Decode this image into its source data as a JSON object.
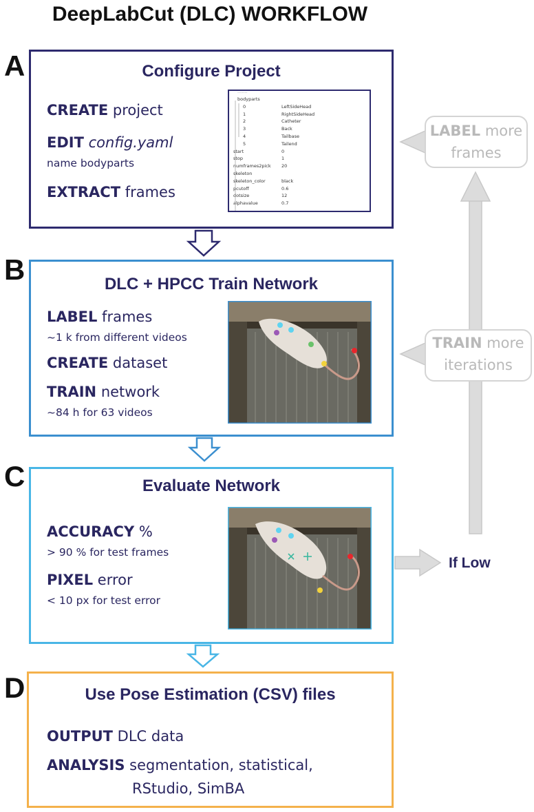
{
  "title": "DeepLabCut (DLC) WORKFLOW",
  "sections": {
    "a": {
      "letter": "A",
      "title": "Configure Project",
      "l1_bold": "CREATE",
      "l1_rest": " project",
      "l2_bold": "EDIT",
      "l2_rest": "config.yaml",
      "l2_sub": "name bodyparts",
      "l3_bold": "EXTRACT",
      "l3_rest": " frames"
    },
    "b": {
      "letter": "B",
      "title": "DLC + HPCC Train Network",
      "l1_bold": "LABEL",
      "l1_rest": " frames",
      "l1_sub": "~1 k from different videos",
      "l2_bold": "CREATE",
      "l2_rest": " dataset",
      "l3_bold": "TRAIN",
      "l3_rest": " network",
      "l3_sub": "~84 h for 63 videos"
    },
    "c": {
      "letter": "C",
      "title": "Evaluate Network",
      "l1_bold": "ACCURACY",
      "l1_rest": " %",
      "l1_sub": "> 90 % for test frames",
      "l2_bold": "PIXEL",
      "l2_rest": " error",
      "l2_sub": "< 10 px for test error"
    },
    "d": {
      "letter": "D",
      "title": "Use Pose Estimation (CSV) files",
      "l1_bold": "OUTPUT",
      "l1_rest": " DLC data",
      "l2_bold": "ANALYSIS",
      "l2_rest": " segmentation, statistical,",
      "l2_cont": "RStudio, SimBA"
    }
  },
  "config_yaml": {
    "rows": [
      {
        "key": "bodyparts",
        "value": ""
      },
      {
        "key": "0",
        "value": "LeftSideHead"
      },
      {
        "key": "1",
        "value": "RightSideHead"
      },
      {
        "key": "2",
        "value": "Catheter"
      },
      {
        "key": "3",
        "value": "Back"
      },
      {
        "key": "4",
        "value": "Tailbase"
      },
      {
        "key": "5",
        "value": "Tailend"
      },
      {
        "key": "start",
        "value": "0"
      },
      {
        "key": "stop",
        "value": "1"
      },
      {
        "key": "numframes2pick",
        "value": "20"
      },
      {
        "key": "skeleton",
        "value": ""
      },
      {
        "key": "skeleton_color",
        "value": "black"
      },
      {
        "key": "pcutoff",
        "value": "0.6"
      },
      {
        "key": "dotsize",
        "value": "12"
      },
      {
        "key": "alphavalue",
        "value": "0.7"
      }
    ]
  },
  "feedback": {
    "label_bold": "LABEL",
    "label_rest": " more",
    "label_line2": "frames",
    "train_bold": "TRAIN",
    "train_rest": " more",
    "train_line2": "iterations",
    "if_low": "If Low"
  },
  "colors": {
    "dark_navy": "#2d2a6e",
    "blue_b": "#3b8fcf",
    "blue_c": "#49b6e6",
    "orange_d": "#f4b14b",
    "gray_feedback": "#c8c8c8",
    "marker_colors": [
      "#5fd3f0",
      "#9b59b6",
      "#6ac26a",
      "#f2d23c",
      "#e8262c"
    ]
  }
}
